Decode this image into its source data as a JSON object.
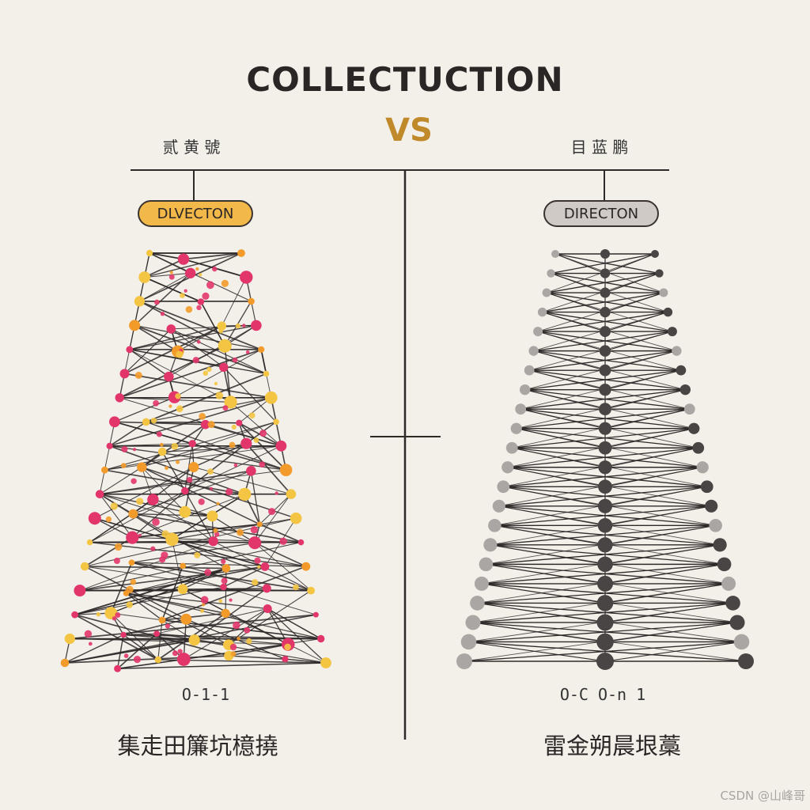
{
  "title": "COLLECTUCTION",
  "vs": "VS",
  "left": {
    "label": "贰 黄 號",
    "pill": "DLVECTON",
    "caption": "O-1-1",
    "bottom": "集走田簾坑檍撓"
  },
  "right": {
    "label": "目 蓝 鹏",
    "pill": "DIRECTON",
    "caption": "O-C O-n 1",
    "bottom": "雷金朔晨垠藁"
  },
  "colors": {
    "background": "#f3f0ea",
    "title": "#2b2626",
    "vs": "#c0892a",
    "left_pill": "#f2b94a",
    "right_pill": "#cfcac6",
    "line": "#2f2a2a",
    "node_pink": "#e2366b",
    "node_orange": "#f39b2a",
    "node_yellow": "#f4c542",
    "node_gray_dark": "#4a4545",
    "node_gray_light": "#aaa6a3"
  },
  "watermark": "CSDN @山峰哥"
}
